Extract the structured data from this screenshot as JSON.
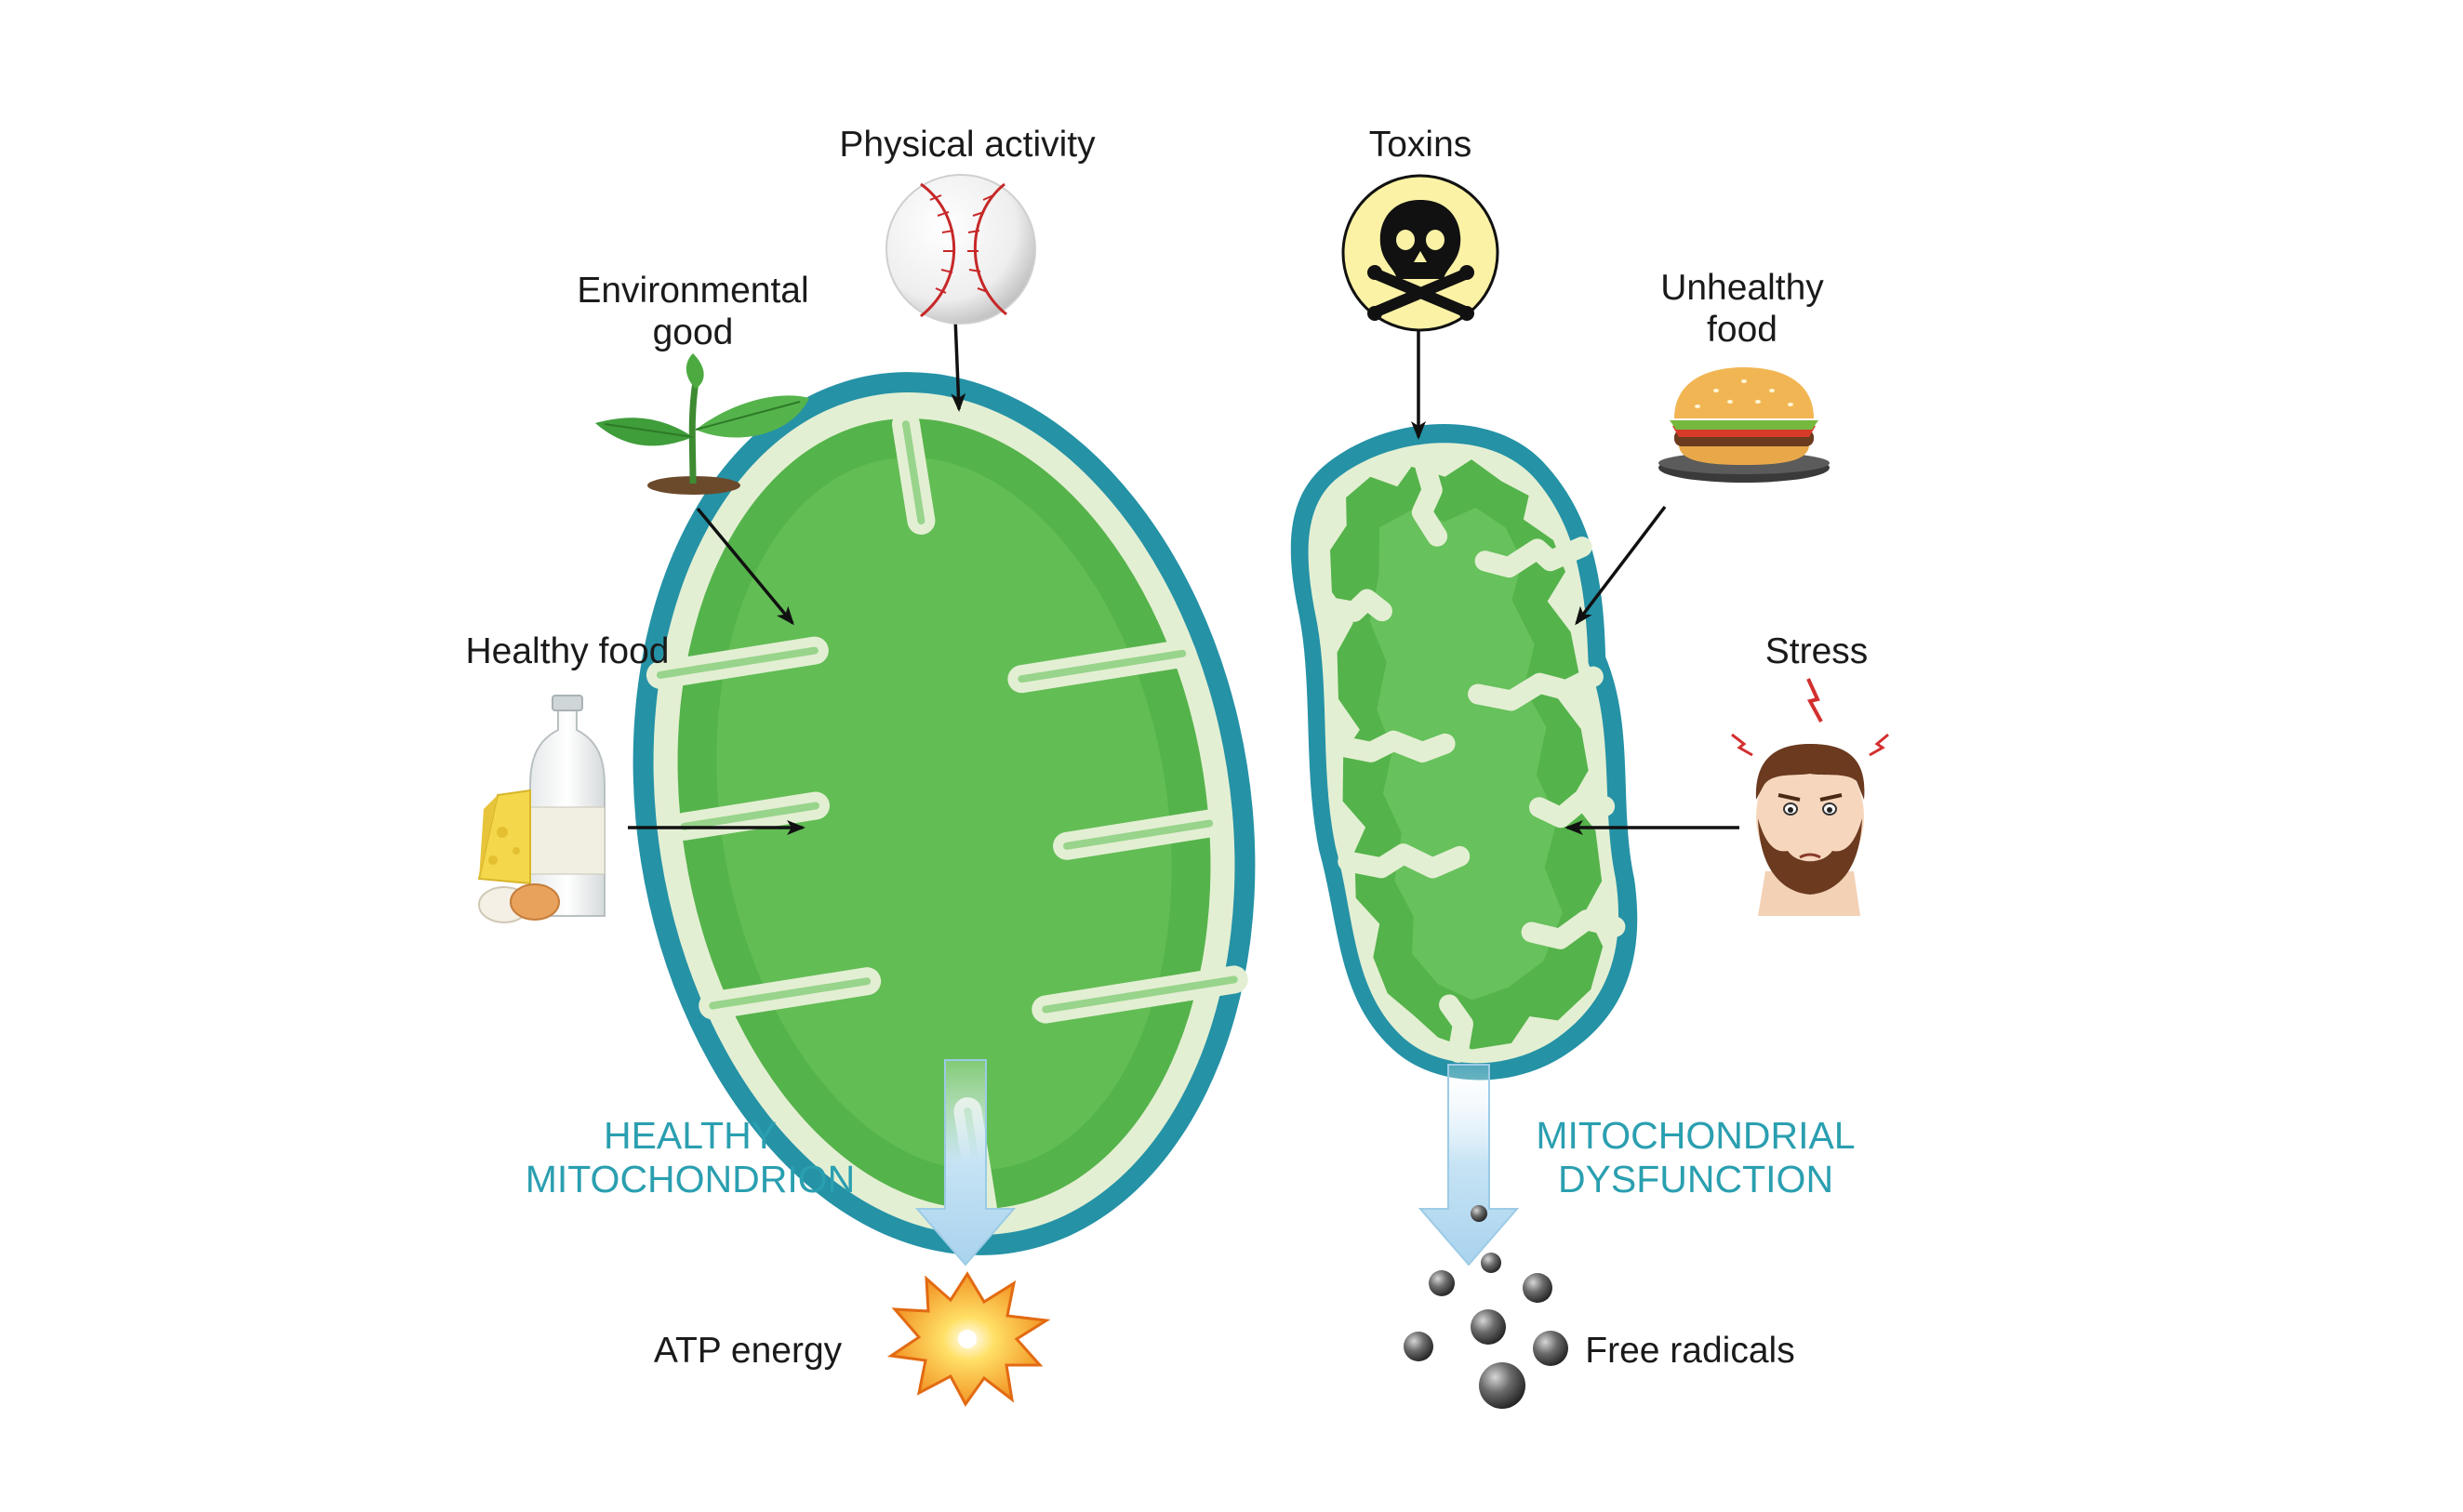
{
  "labels": {
    "physical_activity": "Physical activity",
    "environmental_line1": "Environmental",
    "environmental_line2": "good",
    "healthy_food": "Healthy food",
    "toxins": "Toxins",
    "unhealthy_line1": "Unhealthy",
    "unhealthy_line2": "food",
    "stress": "Stress",
    "atp_energy": "ATP energy",
    "free_radicals": "Free radicals"
  },
  "titles": {
    "healthy_line1": "HEALTHY",
    "healthy_line2": "MITOCHONDRION",
    "dysfunction_line1": "MITOCHONDRIAL",
    "dysfunction_line2": "DYSFUNCTION"
  },
  "colors": {
    "title": "#2a9fb0",
    "membrane_outer": "#2592a6",
    "intermembrane": "#e3efd3",
    "matrix": "#55b34b",
    "matrix_light": "#6cc460",
    "output_arrow": "#b9dcf0"
  },
  "icons": {
    "physical_activity": "baseball-icon",
    "environmental_good": "sprout-icon",
    "healthy_food": "milk-cheese-eggs-icon",
    "toxins": "skull-crossbones-icon",
    "unhealthy_food": "hamburger-icon",
    "stress": "stressed-man-icon",
    "atp_energy": "explosion-star-icon",
    "free_radicals": "dark-spheres-icon"
  }
}
